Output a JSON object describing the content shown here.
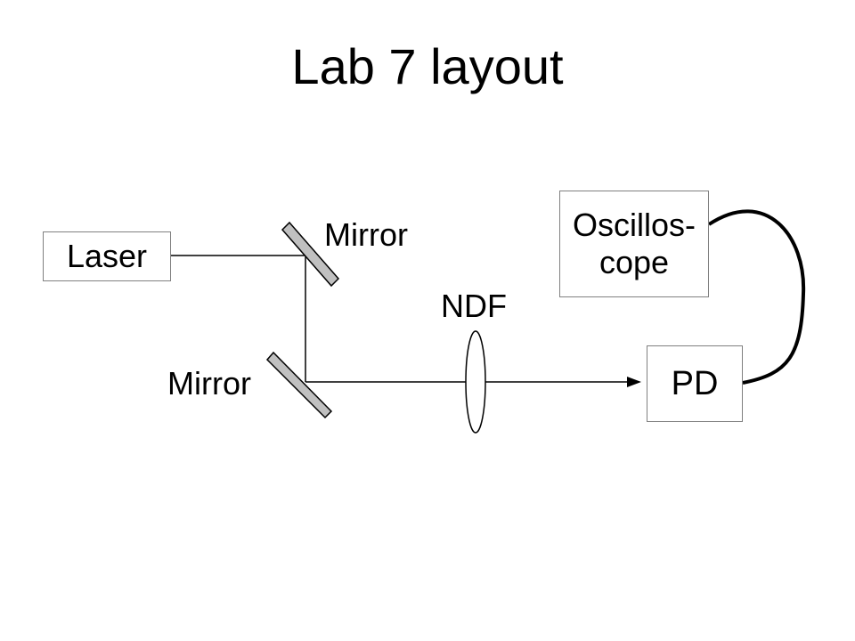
{
  "title": "Lab 7 layout",
  "components": {
    "laser": "Laser",
    "mirror_top": "Mirror",
    "mirror_bottom": "Mirror",
    "filter": "NDF",
    "oscilloscope_line1": "Oscillos-",
    "oscilloscope_line2": "cope",
    "detector": "PD"
  },
  "colors": {
    "mirror_fill": "#c0c0c0",
    "line": "#000000",
    "box_border": "#808080"
  }
}
